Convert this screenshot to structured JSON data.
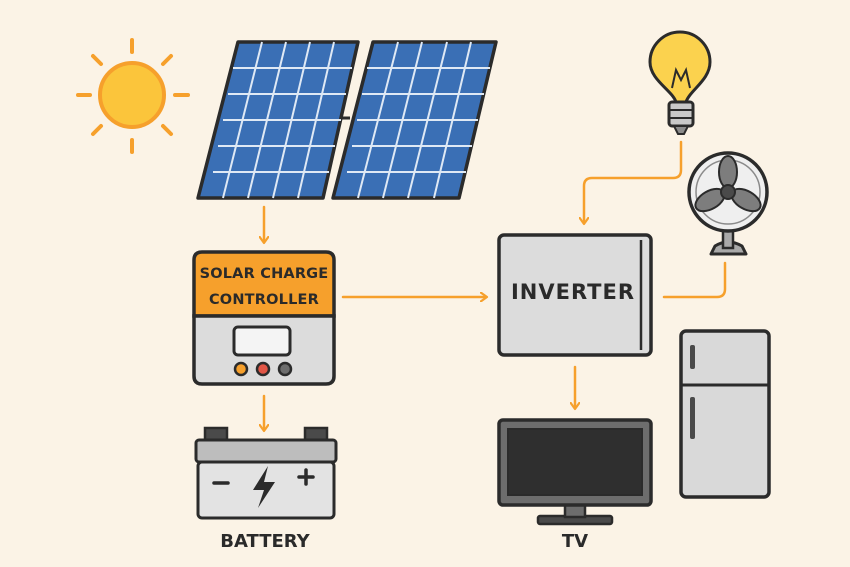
{
  "labels": {
    "controller_line1": "SOLAR CHARGE",
    "controller_line2": "CONTROLLER",
    "inverter": "INVERTER",
    "battery": "BATTERY",
    "tv": "TV"
  },
  "icons": {
    "sun": "sun-icon",
    "solar_panels": "solar-panel-icon",
    "bulb": "light-bulb-icon",
    "fan": "fan-icon",
    "fridge": "refrigerator-icon",
    "tv": "television-icon",
    "battery": "battery-icon",
    "charge_symbol": "lightning-icon"
  },
  "colors": {
    "background": "#fbf3e6",
    "accent_orange": "#f6a02c",
    "panel_blue": "#3a6fb5",
    "device_grey": "#d9d9d9",
    "outline": "#2b2b2b"
  }
}
